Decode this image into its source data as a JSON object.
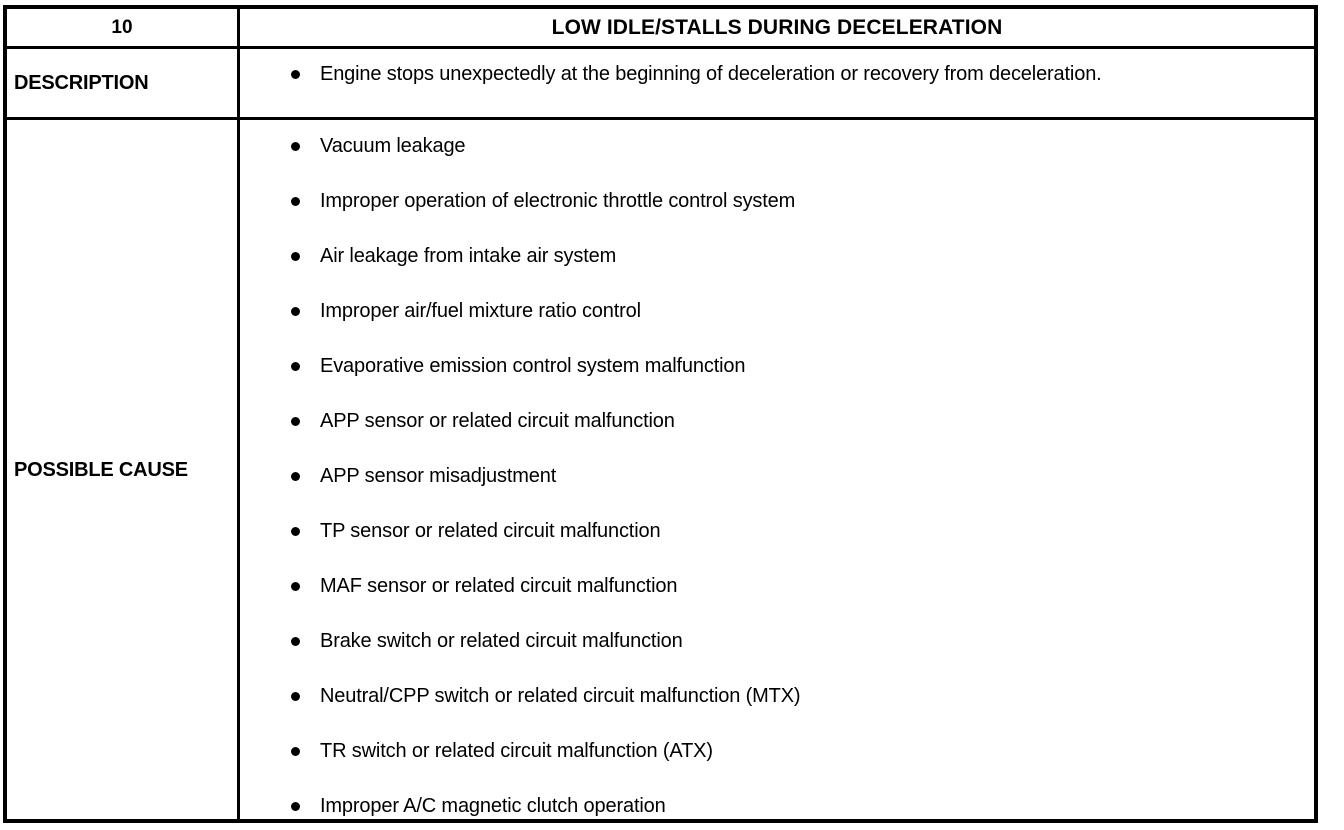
{
  "table": {
    "header": {
      "index": "10",
      "title": "LOW IDLE/STALLS DURING DECELERATION"
    },
    "rows": [
      {
        "label": "DESCRIPTION",
        "items": [
          "Engine stops unexpectedly at the beginning of deceleration or recovery from deceleration."
        ]
      },
      {
        "label": "POSSIBLE CAUSE",
        "items": [
          "Vacuum leakage",
          "Improper operation of electronic throttle control system",
          "Air leakage from intake air system",
          "Improper air/fuel mixture ratio control",
          "Evaporative emission control system malfunction",
          "APP sensor or related circuit malfunction",
          "APP sensor misadjustment",
          "TP sensor or related circuit malfunction",
          "MAF sensor or related circuit malfunction",
          "Brake switch or related circuit malfunction",
          "Neutral/CPP switch or related circuit malfunction (MTX)",
          "TR switch or related circuit malfunction (ATX)",
          "Improper A/C magnetic clutch operation"
        ]
      }
    ]
  },
  "colors": {
    "ink": "#000000",
    "paper": "#ffffff"
  }
}
